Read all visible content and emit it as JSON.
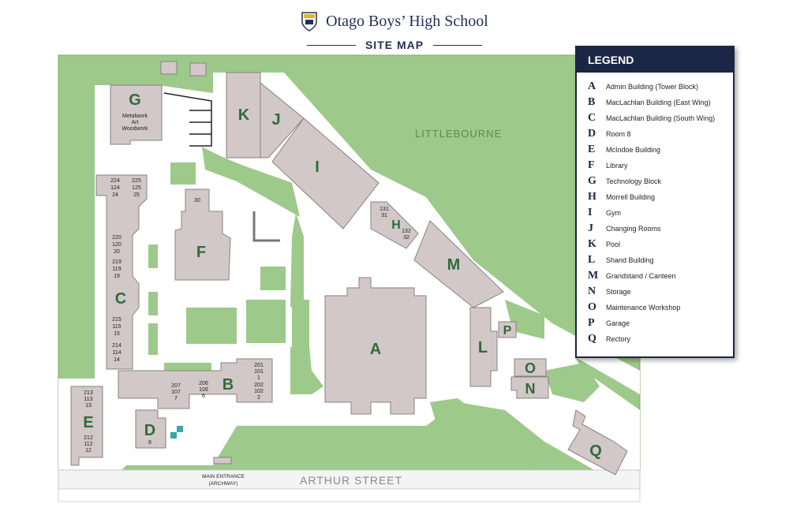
{
  "header": {
    "school_name": "Otago Boys’ High School",
    "subtitle": "SITE MAP"
  },
  "streets": {
    "arthur": "ARTHUR STREET",
    "littlebourne": "LITTLEBOURNE",
    "entrance_line1": "MAIN ENTRANCE",
    "entrance_line2": "(ARCHWAY)"
  },
  "buildings": {
    "G": {
      "letter": "G",
      "sub": [
        "Metalwork",
        "Art",
        "Woodwork"
      ]
    },
    "C": {
      "letter": "C",
      "rooms": [
        [
          "224",
          "124",
          "24"
        ],
        [
          "225",
          "125",
          "25"
        ],
        [
          "220",
          "120",
          "20"
        ],
        [
          "219",
          "119",
          "19"
        ],
        [
          "215",
          "115",
          "15"
        ],
        [
          "214",
          "114",
          "14"
        ]
      ]
    },
    "B": {
      "letter": "B",
      "rooms": [
        [
          "207",
          "107",
          "7"
        ],
        [
          "206",
          "106",
          "6"
        ],
        [
          "201",
          "101",
          "1"
        ],
        [
          "202",
          "102",
          "2"
        ]
      ]
    },
    "E": {
      "letter": "E",
      "rooms": [
        [
          "213",
          "113",
          "13"
        ],
        [
          "212",
          "112",
          "12"
        ]
      ]
    },
    "D": {
      "letter": "D",
      "rooms": [
        "8"
      ]
    },
    "F": {
      "letter": "F",
      "rooms": [
        "30"
      ]
    },
    "H": {
      "letter": "H",
      "rooms": [
        [
          "131",
          "31"
        ],
        [
          "132",
          "32"
        ]
      ]
    },
    "A": {
      "letter": "A"
    },
    "K": {
      "letter": "K"
    },
    "J": {
      "letter": "J"
    },
    "I": {
      "letter": "I"
    },
    "M": {
      "letter": "M"
    },
    "L": {
      "letter": "L"
    },
    "P": {
      "letter": "P"
    },
    "O": {
      "letter": "O"
    },
    "N": {
      "letter": "N"
    },
    "Q": {
      "letter": "Q"
    }
  },
  "legend": {
    "title": "LEGEND",
    "items": [
      {
        "key": "A",
        "name": "Admin Building (Tower Block)"
      },
      {
        "key": "B",
        "name": "MacLachlan Building (East Wing)"
      },
      {
        "key": "C",
        "name": "MacLachlan Building (South Wing)"
      },
      {
        "key": "D",
        "name": "Room 8"
      },
      {
        "key": "E",
        "name": "McIndoe Building"
      },
      {
        "key": "F",
        "name": "Library"
      },
      {
        "key": "G",
        "name": "Technology Block"
      },
      {
        "key": "H",
        "name": "Morrell Building"
      },
      {
        "key": "I",
        "name": "Gym"
      },
      {
        "key": "J",
        "name": "Changing Rooms"
      },
      {
        "key": "K",
        "name": "Pool"
      },
      {
        "key": "L",
        "name": "Shand Building"
      },
      {
        "key": "M",
        "name": "Grandstand / Canteen"
      },
      {
        "key": "N",
        "name": "Storage"
      },
      {
        "key": "O",
        "name": "Maintenance Workshop"
      },
      {
        "key": "P",
        "name": "Garage"
      },
      {
        "key": "Q",
        "name": "Rectory"
      }
    ]
  },
  "colors": {
    "grass": "#9dc98a",
    "building": "#d2c8c8",
    "building_stroke": "#8a8080",
    "path": "#ffffff",
    "label": "#2f6b3c",
    "navy": "#1b2545"
  }
}
